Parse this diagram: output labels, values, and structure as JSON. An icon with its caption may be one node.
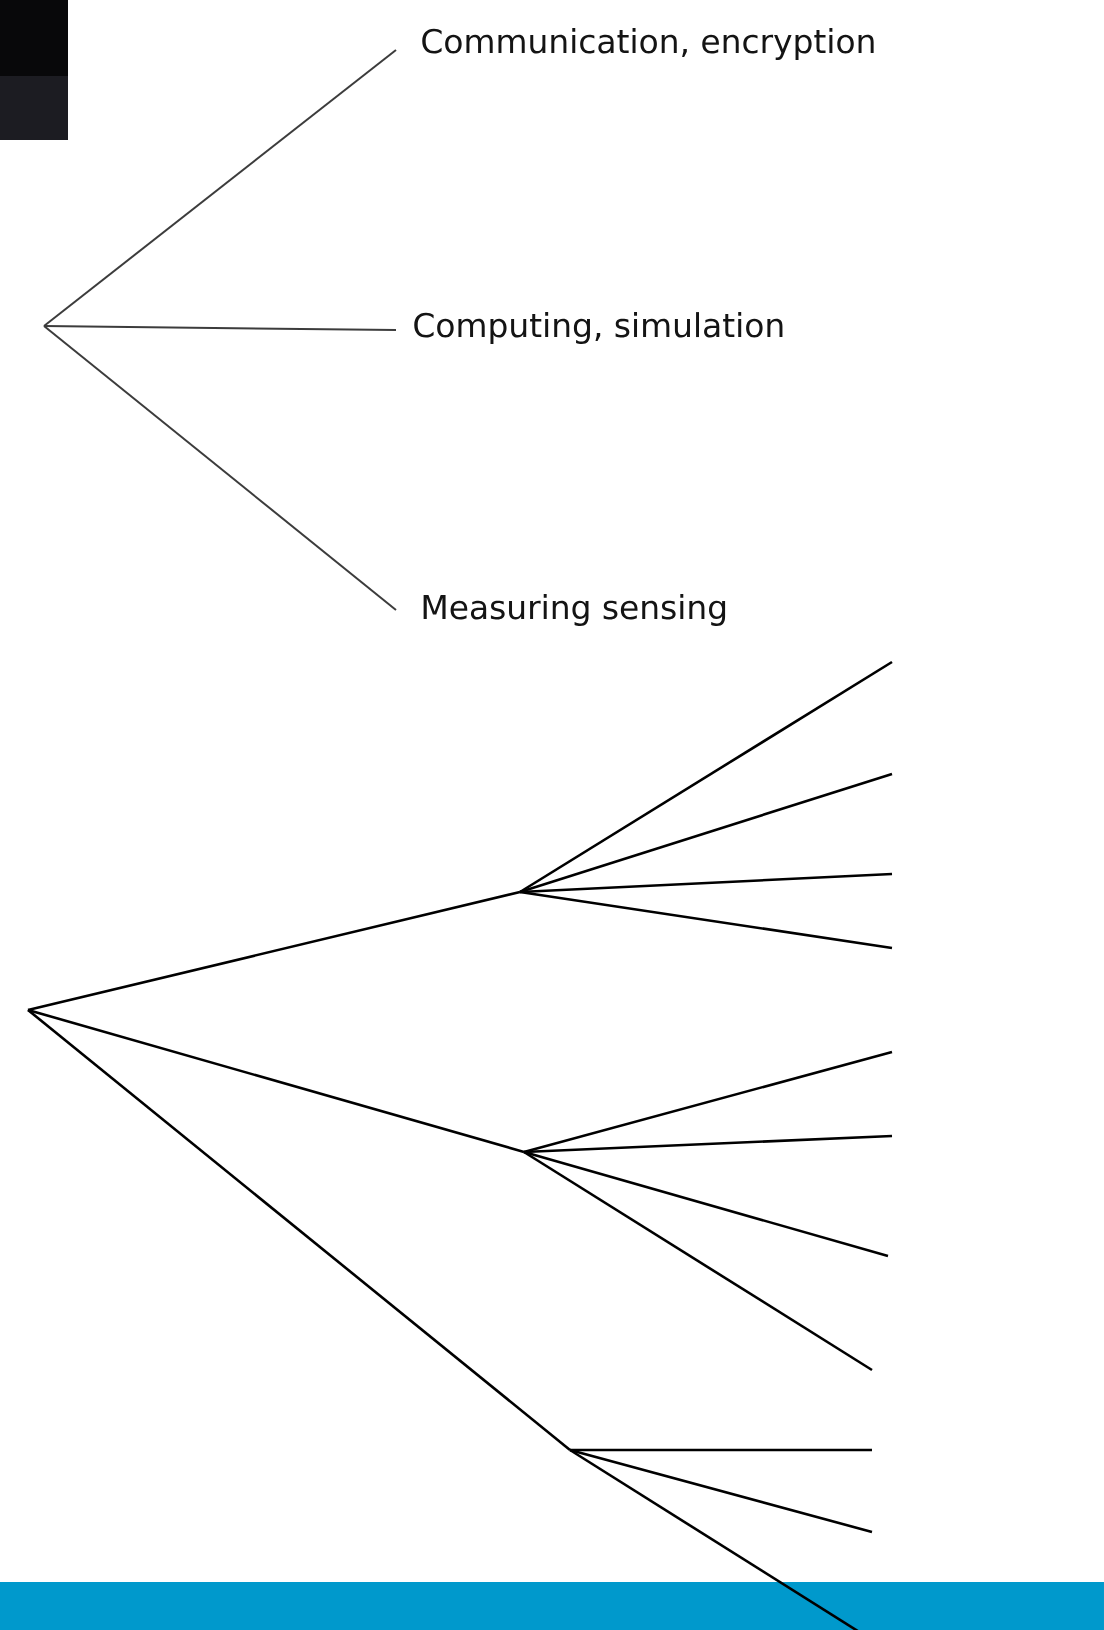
{
  "diagram": {
    "nodes": [
      {
        "text": [
          "Communication, encryption"
        ]
      },
      {
        "text": [
          "Computing, simulation"
        ]
      },
      {
        "text": [
          "Measuring sensing"
        ]
      }
    ],
    "edges": [
      {
        "from": null,
        "to": 0,
        "arrow": "none"
      },
      {
        "from": null,
        "to": 1,
        "arrow": "none"
      },
      {
        "from": null,
        "to": 2,
        "arrow": "none"
      }
    ]
  }
}
